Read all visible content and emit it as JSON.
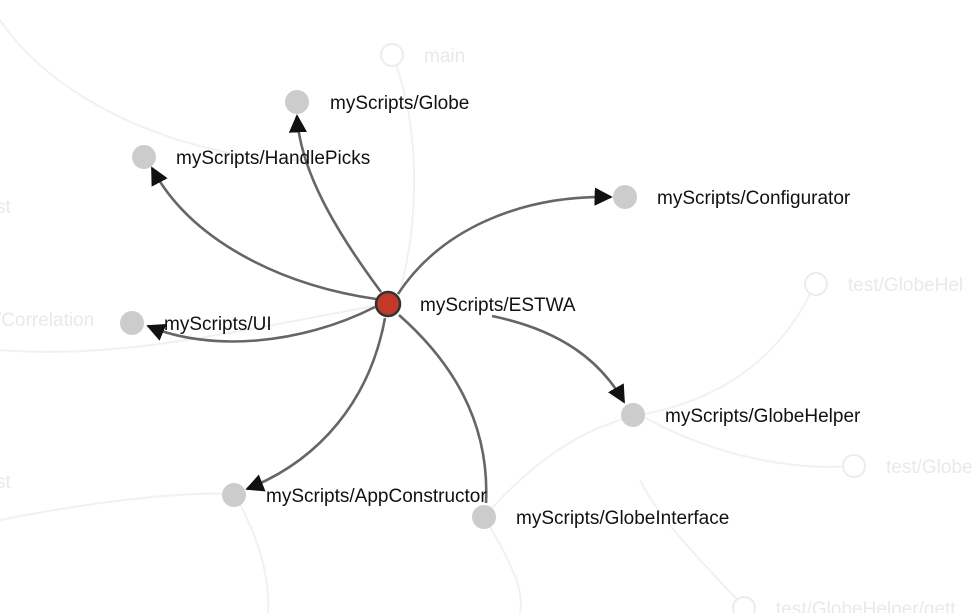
{
  "graph": {
    "center": {
      "label": "myScripts/ESTWA",
      "color": "#c0392b"
    },
    "nodes": [
      {
        "id": "globe",
        "label": "myScripts/Globe"
      },
      {
        "id": "handlepicks",
        "label": "myScripts/HandlePicks"
      },
      {
        "id": "configurator",
        "label": "myScripts/Configurator"
      },
      {
        "id": "ui",
        "label": "myScripts/UI"
      },
      {
        "id": "globehelper",
        "label": "myScripts/GlobeHelper"
      },
      {
        "id": "appconstructor",
        "label": "myScripts/AppConstructor"
      },
      {
        "id": "globeinterface",
        "label": "myScripts/GlobeInterface"
      }
    ],
    "faded_nodes": [
      {
        "id": "main",
        "label": "main"
      },
      {
        "id": "st-left",
        "label": "st"
      },
      {
        "id": "correlation",
        "label": "/Correlation"
      },
      {
        "id": "test-globehelper",
        "label": "test/GlobeHel"
      },
      {
        "id": "test-globe",
        "label": "test/Globe"
      },
      {
        "id": "st-bottom",
        "label": "st"
      },
      {
        "id": "test-globehelper-bottom",
        "label": "test/GlobeHelper/gett"
      }
    ],
    "colors": {
      "node": "#cccccc",
      "edge": "#666666",
      "faded": "#ececec"
    }
  }
}
